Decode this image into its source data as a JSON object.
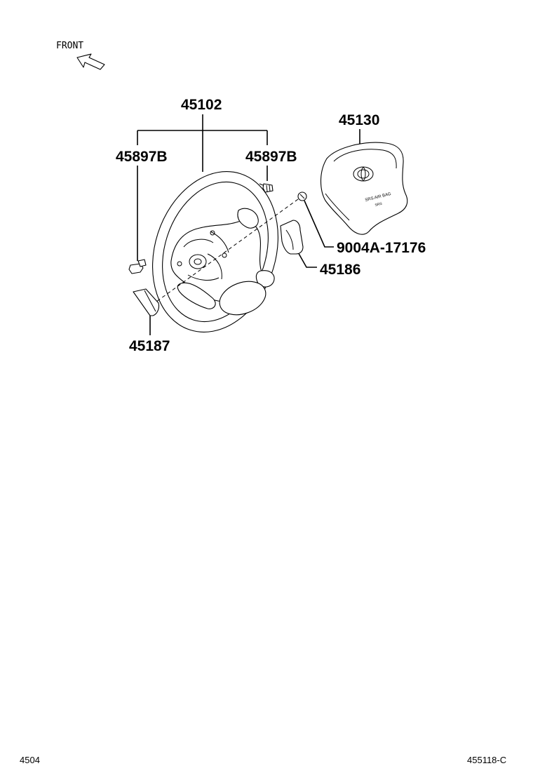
{
  "direction": {
    "label": "FRONT",
    "icon": "front-arrow-icon"
  },
  "callouts": {
    "wheel": "45102",
    "screw_left": "45897B",
    "screw_right": "45897B",
    "airbag": "45130",
    "nut": "9004A-17176",
    "cover_right": "45186",
    "cover_left": "45187"
  },
  "airbag_marks": {
    "line1": "SRS AIR BAG",
    "line2": "SRS"
  },
  "footer": {
    "left": "4504",
    "right": "455118-C"
  }
}
